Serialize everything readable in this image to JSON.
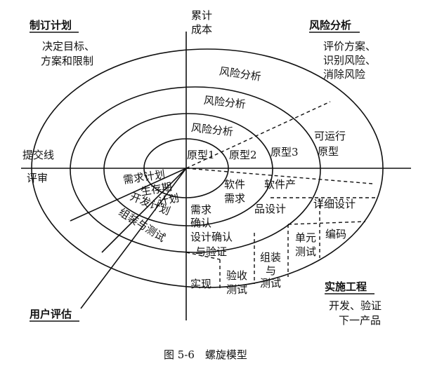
{
  "quadrants": {
    "top_left": {
      "title": "制订计划",
      "lines": [
        "决定目标、",
        "方案和限制"
      ]
    },
    "top_right": {
      "title": "风险分析",
      "lines": [
        "评价方案、",
        "识别风险、",
        "消除风险"
      ]
    },
    "bottom_right": {
      "title": "实施工程",
      "lines": [
        "开发、验证",
        "下一产品"
      ]
    },
    "bottom_left": {
      "title": "用户评估"
    }
  },
  "axes": {
    "y_label": [
      "累计",
      "成本"
    ],
    "x_label_left_top": "提交线",
    "x_label_left_bottom": "评审"
  },
  "spiral": {
    "risk": [
      "风险分析",
      "风险分析",
      "风险分析"
    ],
    "prototypes": [
      "原型1",
      "原型2",
      "原型3",
      "可运行",
      "原型"
    ],
    "plans": [
      "需求计划",
      "生存期",
      "计划",
      "开发计划",
      "组装与测试"
    ],
    "steps": [
      "软件",
      "需求",
      "需求",
      "确认",
      "软件产",
      "品设计",
      "详细设计",
      "设计确认",
      "与验证",
      "编码",
      "单元",
      "测试",
      "组装",
      "与",
      "测试",
      "验收",
      "测试",
      "实现"
    ]
  },
  "caption": "图 5-6　螺旋模型"
}
